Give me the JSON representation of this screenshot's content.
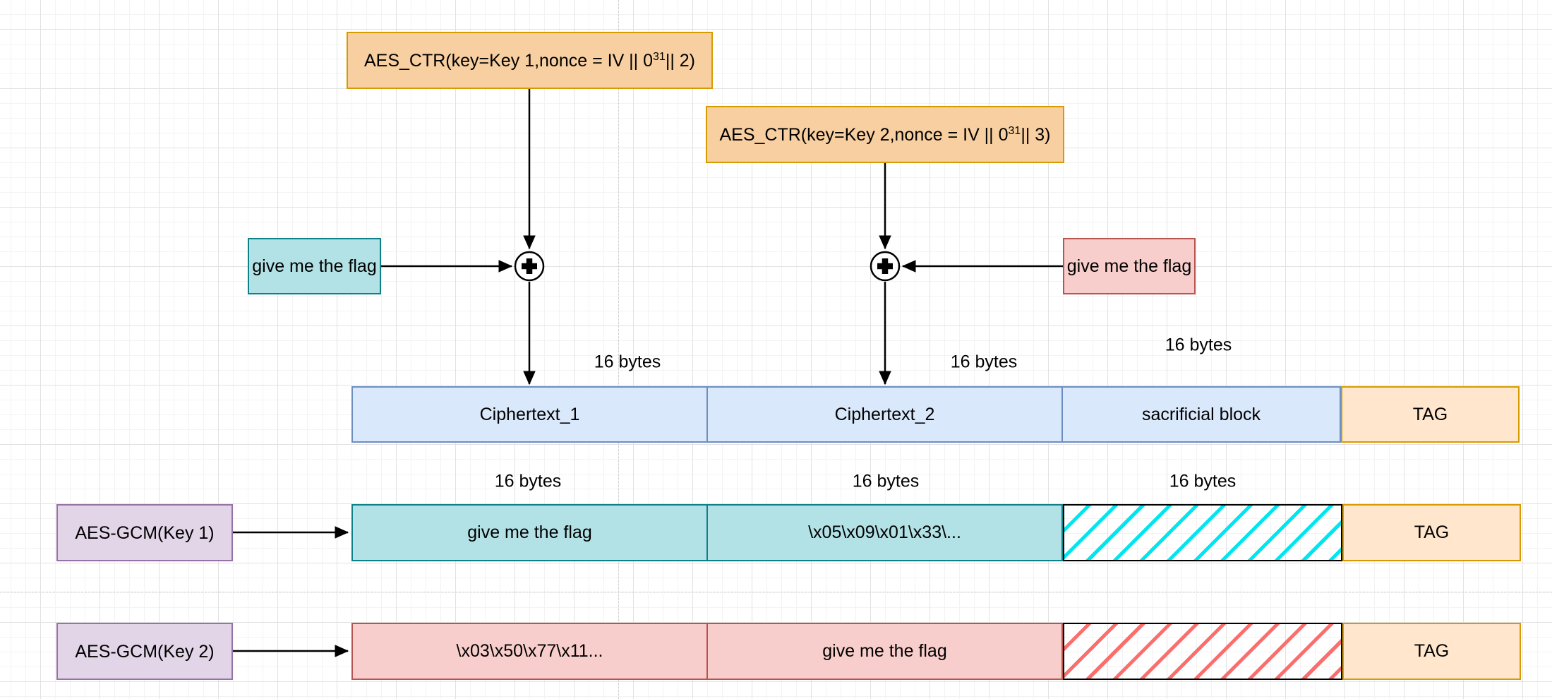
{
  "diagram": {
    "ctr_box_1": {
      "text_prefix": "AES_CTR(key=Key 1,nonce = IV || 0",
      "text_sup": "31",
      "text_suffix": "|| 2)"
    },
    "ctr_box_2": {
      "text_prefix": "AES_CTR(key=Key 2,nonce = IV || 0",
      "text_sup": "31",
      "text_suffix": "|| 3)"
    },
    "plaintext_left": {
      "label": "give me the flag"
    },
    "plaintext_right": {
      "label": "give me the flag"
    },
    "size_label": "16 bytes",
    "ciphertext_row": {
      "cell_1": "Ciphertext_1",
      "cell_2": "Ciphertext_2",
      "cell_3": "sacrificial block",
      "tag": "TAG"
    },
    "gcm1_row": {
      "key_box": "AES-GCM(Key 1)",
      "cell_1": "give me the flag",
      "cell_2": "\\x05\\x09\\x01\\x33\\...",
      "tag": "TAG"
    },
    "gcm2_row": {
      "key_box": "AES-GCM(Key 2)",
      "cell_1": "\\x03\\x50\\x77\\x11...",
      "cell_2": "give me the flag",
      "tag": "TAG"
    },
    "colors": {
      "ctr_fill": "#f8cfa0",
      "ctr_border": "#d79b00",
      "blue_fill": "#dae8fc",
      "blue_border": "#6c8ebf",
      "teal_fill": "#b2e2e6",
      "teal_border": "#0e8088",
      "red_fill": "#f8cecc",
      "red_border": "#b85450",
      "purple_fill": "#e1d5e7",
      "purple_border": "#9673a6",
      "tag_fill": "#ffe6cc",
      "tag_border": "#d79b00",
      "hatch_cyan": "#00e5f0",
      "hatch_red": "#fa6e6e"
    }
  }
}
